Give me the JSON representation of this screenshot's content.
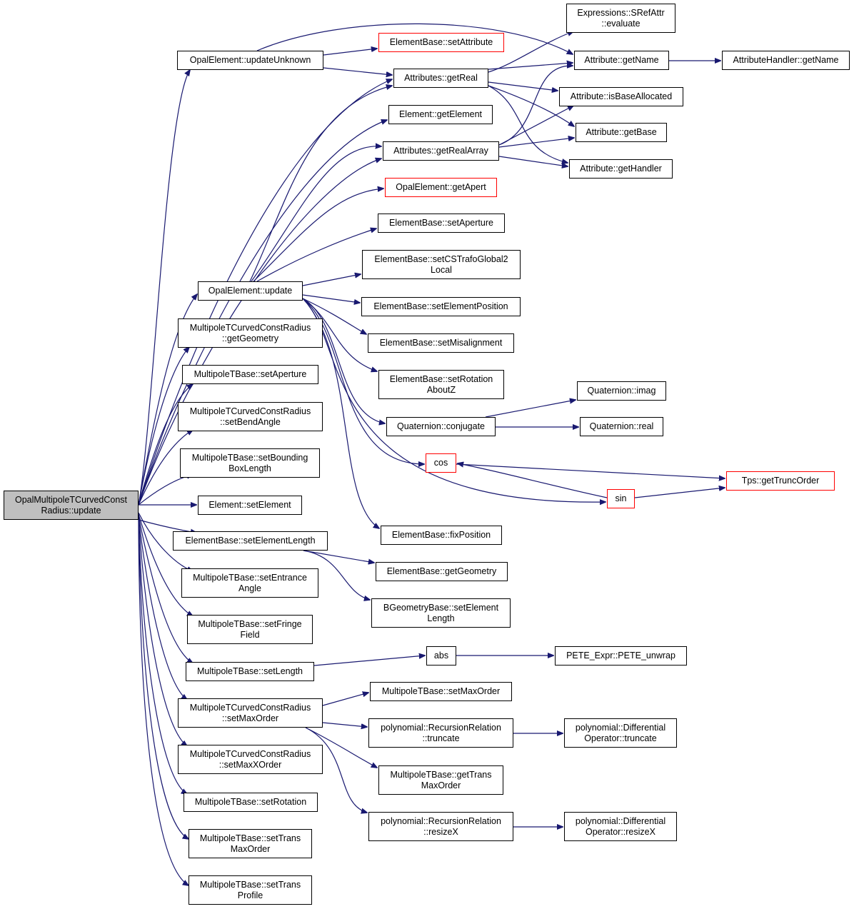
{
  "colors": {
    "edge": "#191970",
    "node_border": "#000000",
    "truncated_border": "#ff0000",
    "root_fill": "#bfbfbf"
  },
  "nodes": {
    "root": "OpalMultipoleTCurvedConst\nRadius::update",
    "opal_update_unknown": "OpalElement::updateUnknown",
    "element_base_set_attribute": "ElementBase::setAttribute",
    "attributes_get_real": "Attributes::getReal",
    "element_get_element": "Element::getElement",
    "attributes_get_real_array": "Attributes::getRealArray",
    "opal_get_apert": "OpalElement::getApert",
    "element_base_set_aperture": "ElementBase::setAperture",
    "element_base_set_cs_trafo": "ElementBase::setCSTrafoGlobal2\nLocal",
    "element_base_set_element_position": "ElementBase::setElementPosition",
    "element_base_set_misalignment": "ElementBase::setMisalignment",
    "element_base_set_rotation_about_z": "ElementBase::setRotation\nAboutZ",
    "quaternion_conjugate": "Quaternion::conjugate",
    "cos": "cos",
    "sin": "sin",
    "element_base_fix_position": "ElementBase::fixPosition",
    "opal_update": "OpalElement::update",
    "expr_sref_evaluate": "Expressions::SRefAttr\n::evaluate",
    "attribute_get_name": "Attribute::getName",
    "attribute_handler_get_name": "AttributeHandler::getName",
    "attribute_is_base_allocated": "Attribute::isBaseAllocated",
    "attribute_get_base": "Attribute::getBase",
    "attribute_get_handler": "Attribute::getHandler",
    "quaternion_imag": "Quaternion::imag",
    "quaternion_real": "Quaternion::real",
    "tps_get_trunc_order": "Tps::getTruncOrder",
    "mtccr_get_geometry": "MultipoleTCurvedConstRadius\n::getGeometry",
    "mtb_set_aperture": "MultipoleTBase::setAperture",
    "mtccr_set_bend_angle": "MultipoleTCurvedConstRadius\n::setBendAngle",
    "mtb_set_bounding_box_length": "MultipoleTBase::setBounding\nBoxLength",
    "element_set_element": "Element::setElement",
    "element_base_set_element_length": "ElementBase::setElementLength",
    "element_base_get_geometry": "ElementBase::getGeometry",
    "bgeometry_set_element_length": "BGeometryBase::setElement\nLength",
    "mtb_set_entrance_angle": "MultipoleTBase::setEntrance\nAngle",
    "mtb_set_fringe_field": "MultipoleTBase::setFringe\nField",
    "mtb_set_length": "MultipoleTBase::setLength",
    "abs": "abs",
    "pete_unwrap": "PETE_Expr::PETE_unwrap",
    "mtccr_set_max_order": "MultipoleTCurvedConstRadius\n::setMaxOrder",
    "mtb_set_max_order": "MultipoleTBase::setMaxOrder",
    "rr_truncate": "polynomial::RecursionRelation\n::truncate",
    "diffop_truncate": "polynomial::Differential\nOperator::truncate",
    "mtb_get_trans_max_order": "MultipoleTBase::getTrans\nMaxOrder",
    "rr_resize_x": "polynomial::RecursionRelation\n::resizeX",
    "diffop_resize_x": "polynomial::Differential\nOperator::resizeX",
    "mtccr_set_max_x_order": "MultipoleTCurvedConstRadius\n::setMaxXOrder",
    "mtb_set_rotation": "MultipoleTBase::setRotation",
    "mtb_set_trans_max_order": "MultipoleTBase::setTrans\nMaxOrder",
    "mtb_set_trans_profile": "MultipoleTBase::setTrans\nProfile"
  }
}
